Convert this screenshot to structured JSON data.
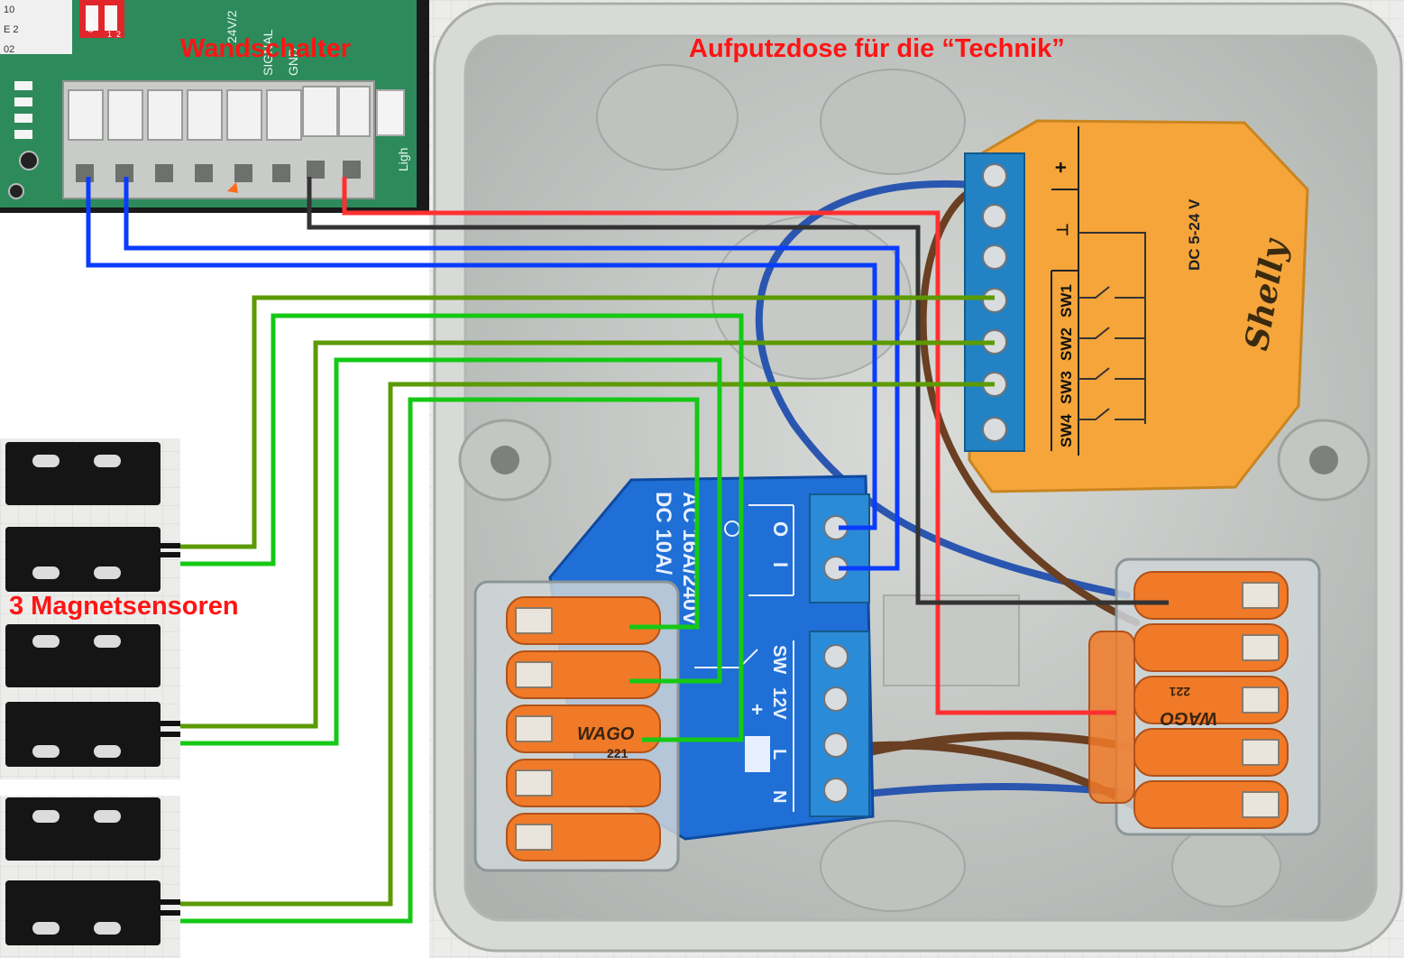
{
  "labels": {
    "wall_switch": "Wandschalter",
    "surface_box": "Aufputzdose für die “Technik”",
    "sensors": "3 Magnetsensoren"
  },
  "shelly_i4": {
    "brand": "Shelly",
    "voltage": "DC 5-24 V",
    "terminals": [
      "SW4",
      "SW3",
      "SW2",
      "SW1",
      "⊥",
      "+"
    ]
  },
  "shelly_relay": {
    "rating_ac": "AC 16A/240V",
    "rating_dc": "DC 10A/",
    "terminals": [
      "O",
      "I",
      "SW",
      "12V",
      "+",
      "⊥",
      "L",
      "N"
    ]
  },
  "wago": {
    "brand": "WAGO",
    "model": "221"
  },
  "dip_switch": {
    "label": "ON",
    "positions": [
      "1",
      "2"
    ]
  },
  "board_text": [
    "24V/2",
    "SIGNAL",
    "GND",
    "Ligh"
  ],
  "colors": {
    "label_red": "#ff1414",
    "wire_red": "#ff3030",
    "wire_black": "#333333",
    "wire_blue": "#0a3cff",
    "wire_olive": "#5c9a00",
    "wire_green": "#16c816",
    "shelly_orange": "#f5a53a",
    "relay_blue": "#1f6fd6",
    "wago_orange": "#f07a28",
    "box_grey": "#c9cdca"
  }
}
